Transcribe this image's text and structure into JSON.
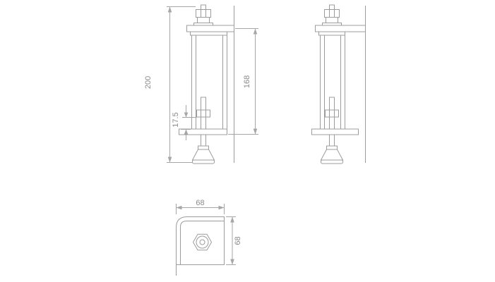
{
  "drawing": {
    "type": "technical-drawing",
    "views": {
      "front": {
        "label": "front-view",
        "dim_height": "200",
        "dim_inner_height": "168",
        "dim_foot_offset": "17.5"
      },
      "side": {
        "label": "side-view"
      },
      "plan": {
        "label": "plan-view",
        "dim_width": "68",
        "dim_depth": "68"
      }
    },
    "colors": {
      "line": "#9c9c9c",
      "dimension_line": "#a6a6a6",
      "text": "#8a8a8a",
      "background": "#ffffff"
    }
  }
}
